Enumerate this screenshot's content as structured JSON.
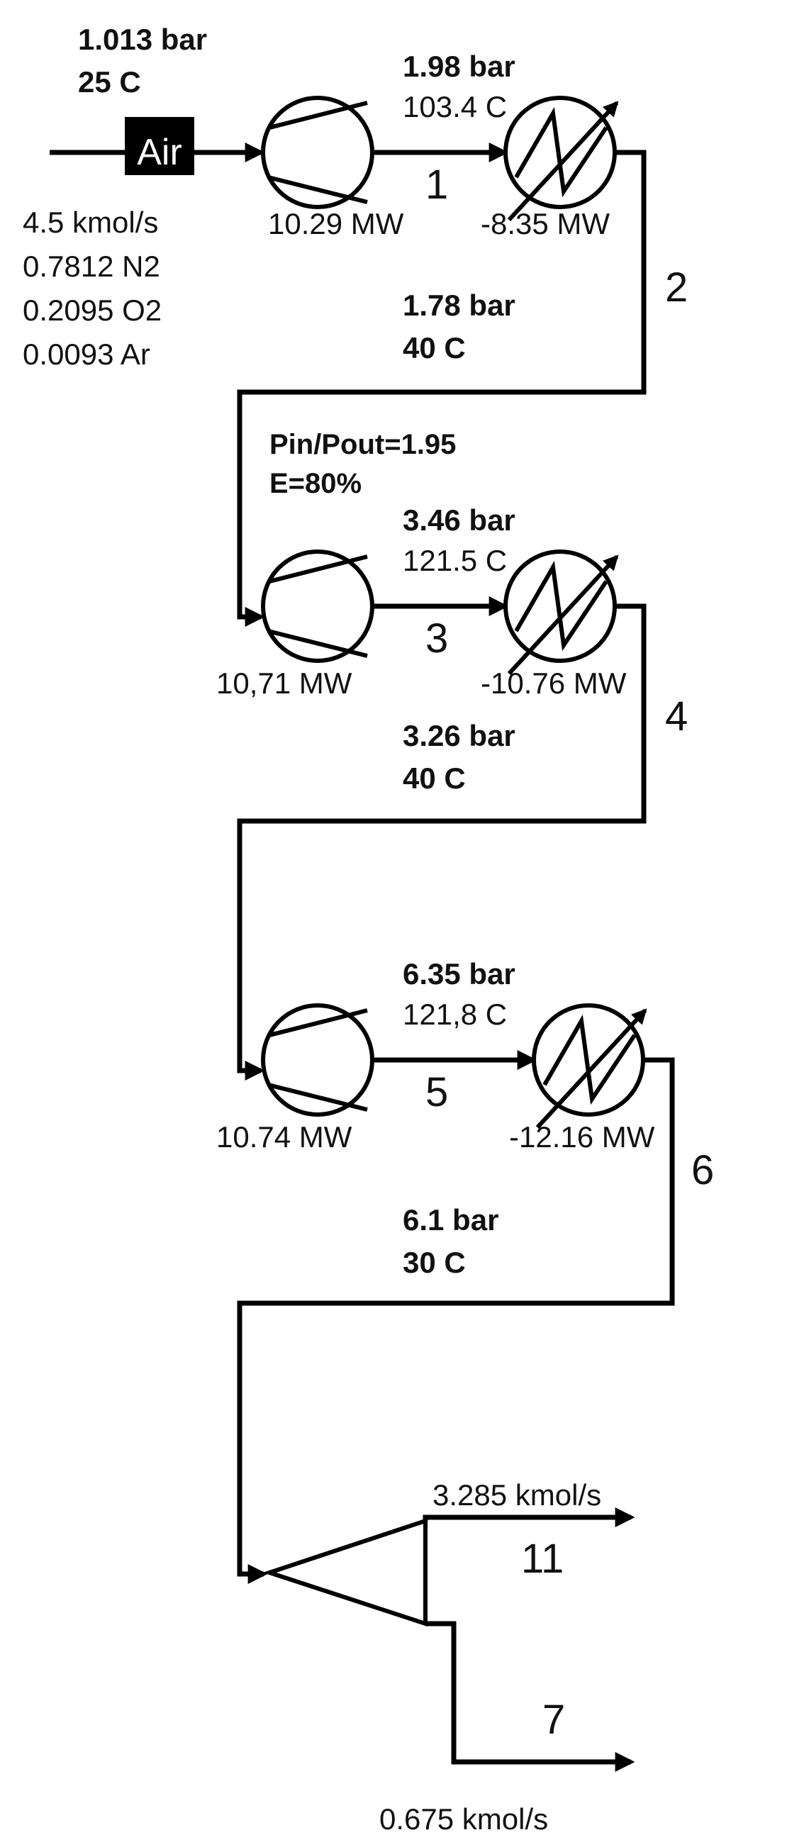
{
  "inlet": {
    "pressure": "1.013 bar",
    "temperature": "25 C",
    "label": "Air",
    "flow": "4.5 kmol/s",
    "n2": "0.7812 N2",
    "o2": "0.2095 O2",
    "ar": "0.0093 Ar"
  },
  "stage1": {
    "stream_label": "1",
    "pressure": "1.98 bar",
    "temperature": "103.4 C",
    "compressor_power": "10.29 MW",
    "cooler_duty": "-8.35 MW"
  },
  "stream2": {
    "label": "2",
    "pressure": "1.78 bar",
    "temperature": "40 C"
  },
  "compressor_spec": {
    "pressure_ratio": "Pin/Pout=1.95",
    "efficiency": "E=80%"
  },
  "stage2": {
    "stream_label": "3",
    "pressure": "3.46 bar",
    "temperature": "121.5 C",
    "compressor_power": "10,71 MW",
    "cooler_duty": "-10.76 MW"
  },
  "stream4": {
    "label": "4",
    "pressure": "3.26 bar",
    "temperature": "40 C"
  },
  "stage3": {
    "stream_label": "5",
    "pressure": "6.35 bar",
    "temperature": "121,8 C",
    "compressor_power": "10.74 MW",
    "cooler_duty": "-12.16 MW"
  },
  "stream6": {
    "label": "6",
    "pressure": "6.1 bar",
    "temperature": "30 C"
  },
  "splitter": {
    "stream11_label": "11",
    "stream11_flow": "3.285 kmol/s",
    "stream7_label": "7",
    "stream7_flow": "0.675 kmol/s"
  }
}
